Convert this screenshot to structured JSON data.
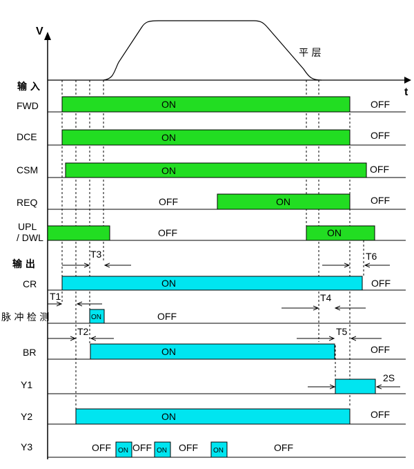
{
  "axes": {
    "v_label": "V",
    "t_label": "t",
    "level_label": "平 层"
  },
  "sections": {
    "input": "输 入",
    "output": "输 出"
  },
  "colors": {
    "input_on": "#22dd22",
    "output_on": "#00e5f0",
    "line": "#000000"
  },
  "signals": {
    "fwd": {
      "name": "FWD",
      "on": "ON",
      "off": "OFF"
    },
    "dce": {
      "name": "DCE",
      "on": "ON",
      "off": "OFF"
    },
    "csm": {
      "name": "CSM",
      "on": "ON",
      "off": "OFF"
    },
    "req": {
      "name": "REQ",
      "on": "ON",
      "off_left": "OFF",
      "off_right": "OFF"
    },
    "upl": {
      "name_line1": "UPL",
      "name_line2": "/ DWL",
      "on": "ON",
      "off_mid": "OFF"
    },
    "cr": {
      "name": "CR",
      "on": "ON",
      "off": "OFF"
    },
    "pulse": {
      "name": "脉 冲 检 测",
      "on": "ON",
      "off": "OFF"
    },
    "br": {
      "name": "BR",
      "on": "ON",
      "off": "OFF"
    },
    "y1": {
      "name": "Y1",
      "duration": "2S"
    },
    "y2": {
      "name": "Y2",
      "on": "ON",
      "off": "OFF"
    },
    "y3": {
      "name": "Y3",
      "off1": "OFF",
      "on1": "ON",
      "off2": "OFF",
      "on2": "ON",
      "off3": "OFF",
      "on3": "ON",
      "off4": "OFF"
    }
  },
  "timings": {
    "t1": "T1",
    "t2": "T2",
    "t3": "T3",
    "t4": "T4",
    "t5": "T5",
    "t6": "T6"
  }
}
